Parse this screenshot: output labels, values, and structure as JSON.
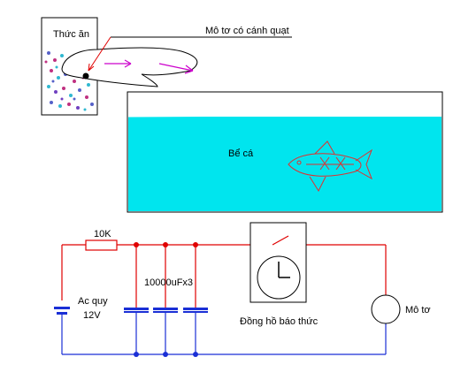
{
  "feeder": {
    "food_label": "Thức ăn",
    "motor_label": "Mô tơ có cánh quạt"
  },
  "tank": {
    "label": "Bể cá"
  },
  "circuit": {
    "resistor_label": "10K",
    "capacitor_label": "10000uFx3",
    "battery_label_line1": "Ac quy",
    "battery_label_line2": "12V",
    "clock_label": "Đồng hồ báo thức",
    "motor_label": "Mô tơ"
  },
  "colors": {
    "water": "#00e5ee",
    "positive_wire": "#e00000",
    "negative_wire": "#1a2fd6",
    "fish": "#e03030",
    "air_arrow": "#cc00cc"
  }
}
